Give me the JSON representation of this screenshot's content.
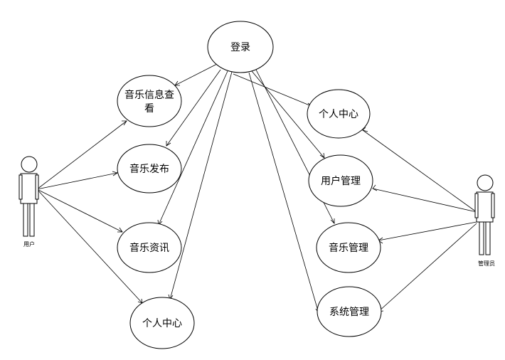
{
  "actors": {
    "user": {
      "label": "用户"
    },
    "admin": {
      "label": "管理员"
    }
  },
  "use_cases": {
    "login": {
      "label": "登录"
    },
    "music_info_view": {
      "label_line1": "音乐信息查",
      "label_line2": "看"
    },
    "music_publish": {
      "label": "音乐发布"
    },
    "music_news": {
      "label": "音乐资讯"
    },
    "personal_center_user": {
      "label": "个人中心"
    },
    "personal_center_admin": {
      "label": "个人中心"
    },
    "user_management": {
      "label": "用户管理"
    },
    "music_management": {
      "label": "音乐管理"
    },
    "system_management": {
      "label": "系统管理"
    }
  }
}
